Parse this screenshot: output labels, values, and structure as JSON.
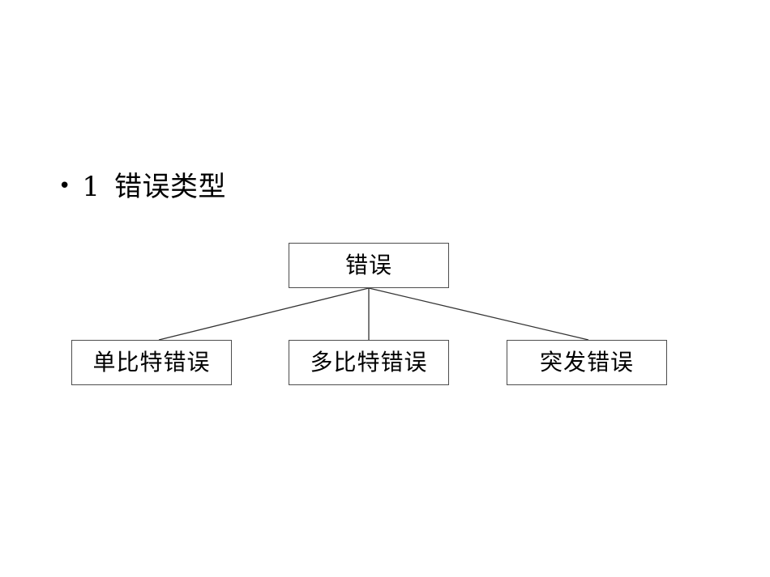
{
  "slide": {
    "background_color": "#ffffff",
    "title": {
      "bullet_glyph": "•",
      "index": "1",
      "text": "错误类型"
    }
  },
  "diagram": {
    "type": "tree",
    "line_color": "#333333",
    "box_border_color": "#4d4d4d",
    "box_fill_color": "#ffffff",
    "text_color": "#000000",
    "root": {
      "label": "错误"
    },
    "children": [
      {
        "label": "单比特错误"
      },
      {
        "label": "多比特错误"
      },
      {
        "label": "突发错误"
      }
    ],
    "connectors": [
      {
        "from": "错误",
        "to": "单比特错误"
      },
      {
        "from": "错误",
        "to": "多比特错误"
      },
      {
        "from": "错误",
        "to": "突发错误"
      }
    ]
  }
}
